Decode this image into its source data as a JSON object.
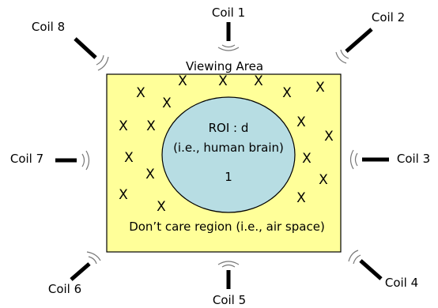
{
  "viewing_area_label": "Viewing Area",
  "roi": {
    "line1": "ROI : d",
    "line2": "(i.e., human brain)",
    "value": "1"
  },
  "dont_care_label": "Don’t care region (i.e., air space)",
  "x_mark": "X",
  "coils": [
    "Coil 1",
    "Coil 2",
    "Coil 3",
    "Coil 4",
    "Coil 5",
    "Coil 6",
    "Coil 7",
    "Coil 8"
  ],
  "colors": {
    "viewing_area_fill": "#ffff99",
    "roi_fill": "#b7dde3",
    "coil_rod": "#000000",
    "coil_wave": "#777777"
  }
}
